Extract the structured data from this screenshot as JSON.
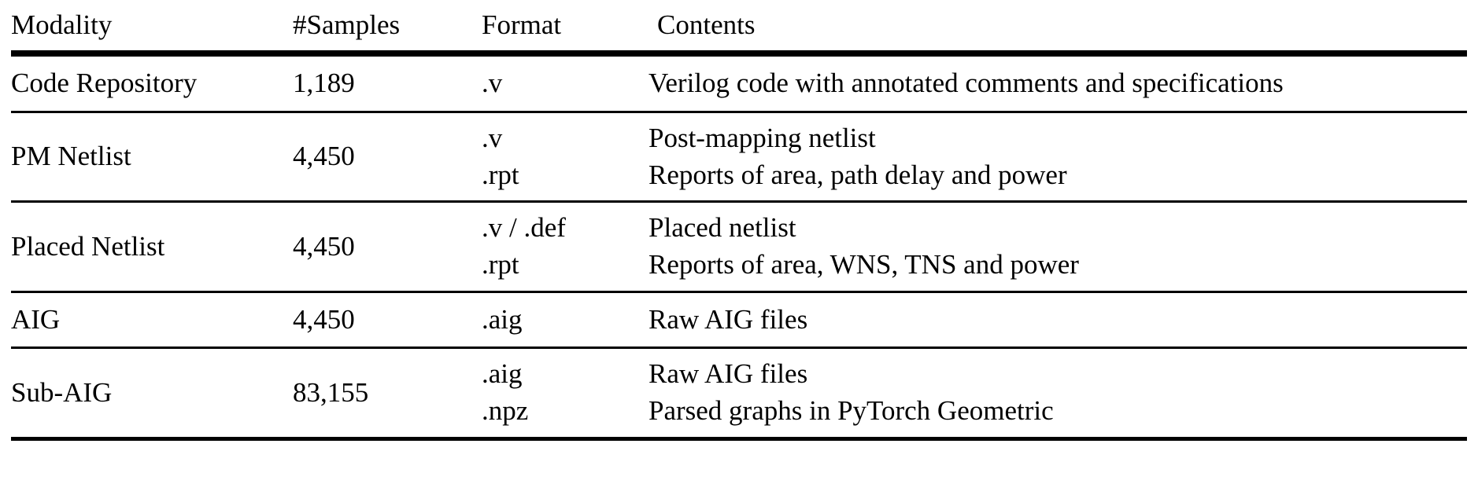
{
  "table": {
    "columns": [
      "Modality",
      "#Samples",
      "Format",
      "Contents"
    ],
    "rows": [
      {
        "modality": "Code Repository",
        "samples": "1,189",
        "formats": [
          ".v"
        ],
        "contents": [
          "Verilog code with annotated comments and specifications"
        ]
      },
      {
        "modality": "PM Netlist",
        "samples": "4,450",
        "formats": [
          ".v",
          ".rpt"
        ],
        "contents": [
          "Post-mapping netlist",
          "Reports of area, path delay and power"
        ]
      },
      {
        "modality": "Placed Netlist",
        "samples": "4,450",
        "formats": [
          ".v / .def",
          ".rpt"
        ],
        "contents": [
          "Placed netlist",
          "Reports of area, WNS, TNS and power"
        ]
      },
      {
        "modality": "AIG",
        "samples": "4,450",
        "formats": [
          ".aig"
        ],
        "contents": [
          "Raw AIG files"
        ]
      },
      {
        "modality": "Sub-AIG",
        "samples": "83,155",
        "formats": [
          ".aig",
          ".npz"
        ],
        "contents": [
          "Raw AIG files",
          "Parsed graphs in PyTorch Geometric"
        ]
      }
    ]
  },
  "style": {
    "text_color": "#000000",
    "background_color": "#ffffff",
    "rule_color": "#000000"
  }
}
